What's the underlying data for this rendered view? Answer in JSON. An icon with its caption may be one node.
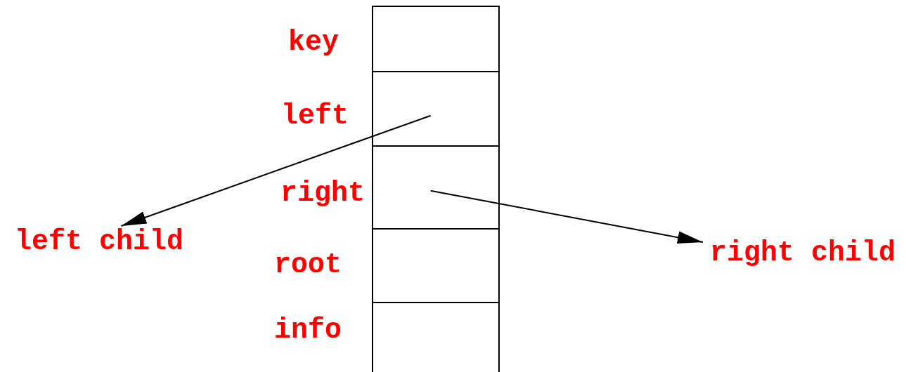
{
  "diagram": {
    "nodes": [
      {
        "text": [],
        "shape": "box",
        "beside": [
          "key"
        ]
      },
      {
        "text": [],
        "shape": "box",
        "beside": [
          "left"
        ]
      },
      {
        "text": [],
        "shape": "box",
        "beside": [
          "right"
        ]
      },
      {
        "text": [],
        "shape": "box",
        "beside": [
          "root"
        ]
      },
      {
        "text": [],
        "shape": "box",
        "beside": [
          "info"
        ]
      },
      {
        "text": [
          "left child"
        ]
      },
      {
        "text": [
          "right child"
        ]
      }
    ],
    "edges": [
      {
        "from": 1,
        "to": 5,
        "arrow": "to"
      },
      {
        "from": 2,
        "to": 6,
        "arrow": "to"
      }
    ]
  }
}
